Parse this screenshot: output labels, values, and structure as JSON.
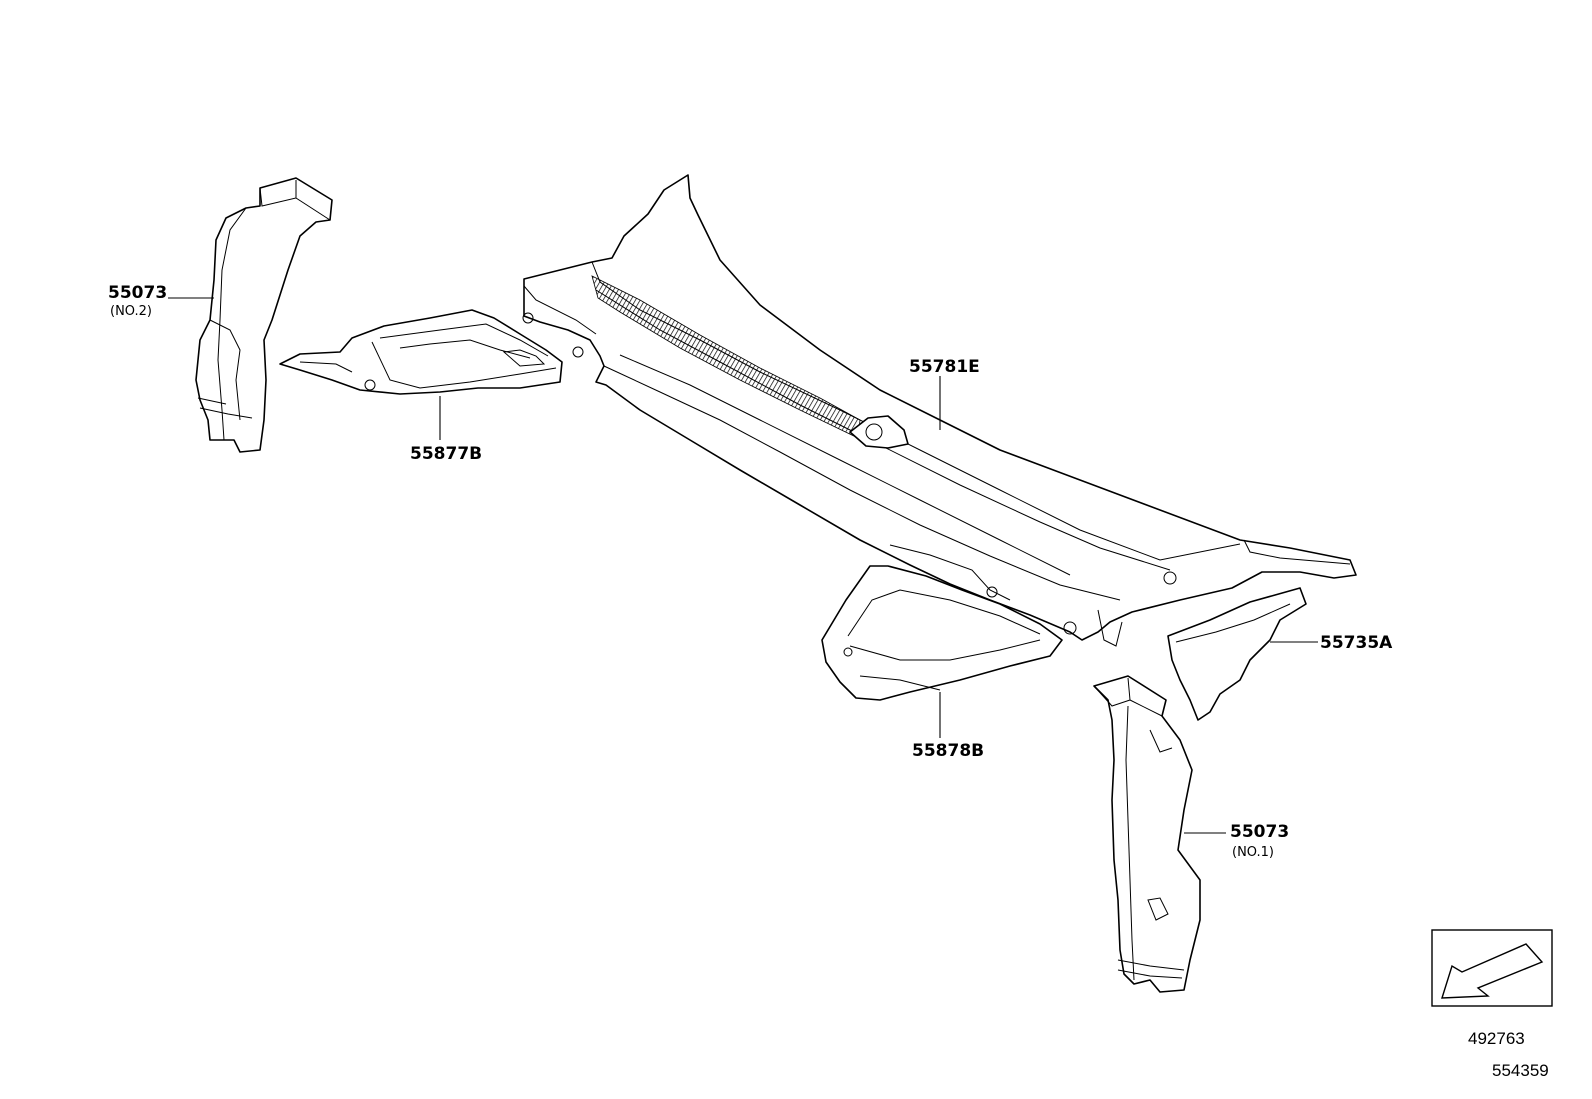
{
  "labels": {
    "cowl_top": "55781E",
    "side_panel_lh": "55877B",
    "side_panel_rh": "55878B",
    "seal": "55735A",
    "duct_no2": {
      "part": "55073",
      "note": "(NO.2)"
    },
    "duct_no1": {
      "part": "55073",
      "note": "(NO.1)"
    }
  },
  "footer": {
    "illustration_id": "492763",
    "sub_id": "554359"
  }
}
